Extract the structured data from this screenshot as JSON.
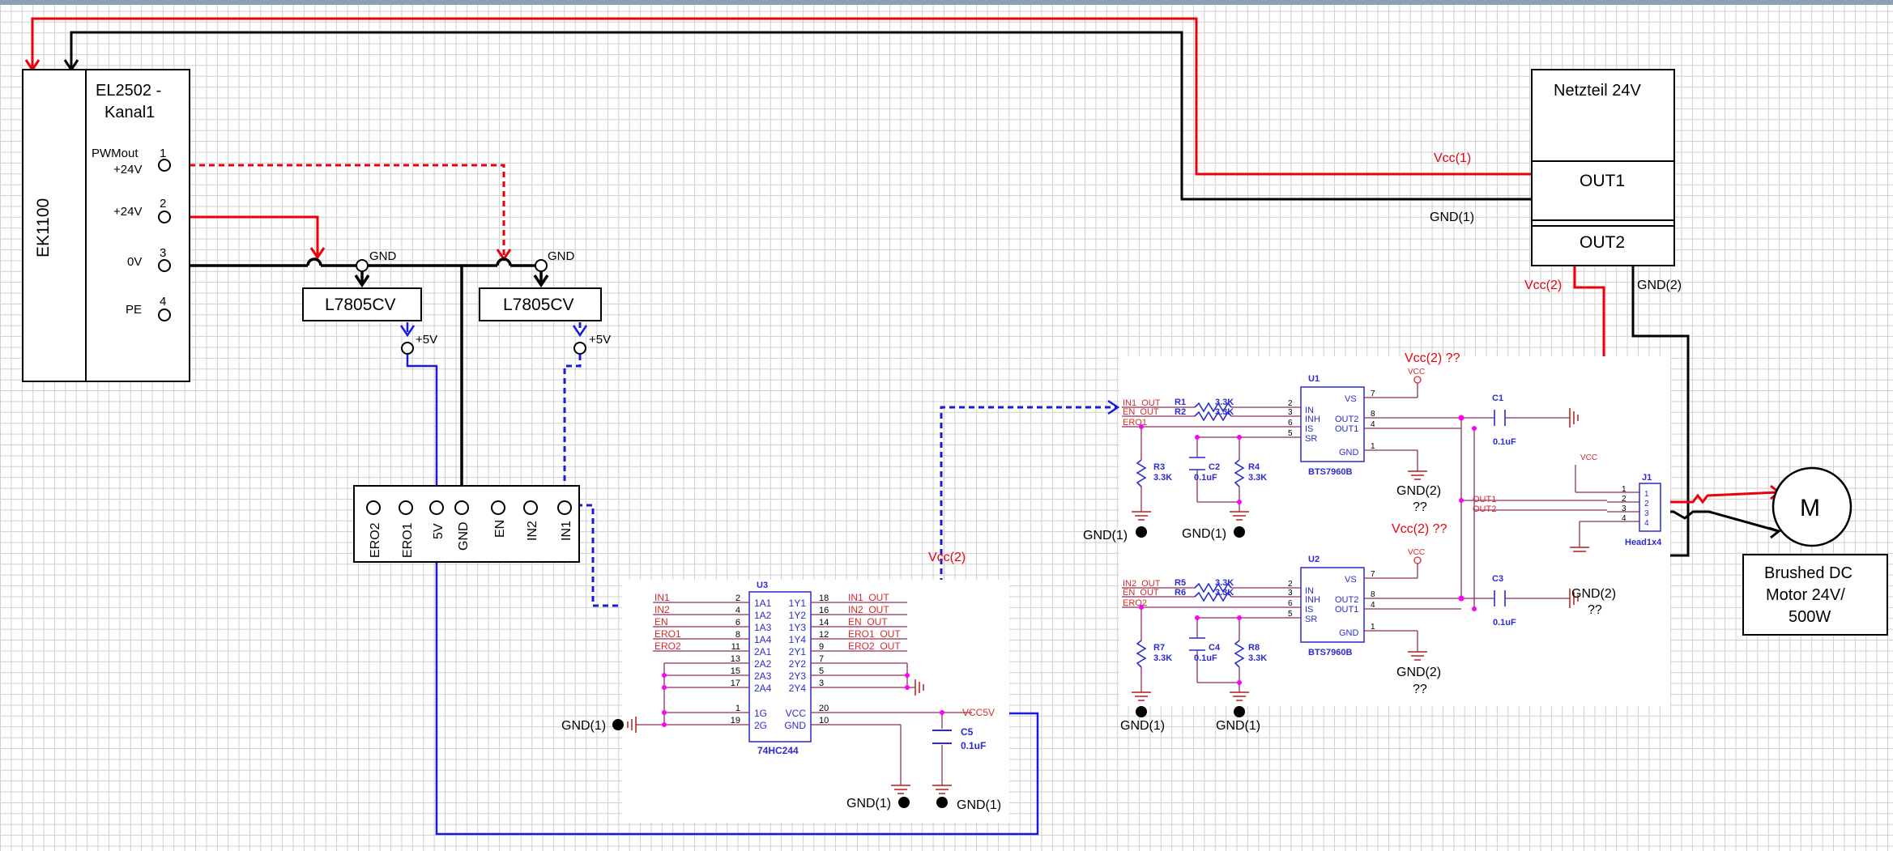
{
  "blocks": {
    "ek1100": "EK1100",
    "el2502_line1": "EL2502 -",
    "el2502_line2": "Kanal1",
    "psu_title": "Netzteil 24V",
    "psu_out1": "OUT1",
    "psu_out2": "OUT2",
    "reg1": "L7805CV",
    "reg2": "L7805CV",
    "motor_symbol": "M",
    "motor_line1": "Brushed DC",
    "motor_line2": "Motor 24V/",
    "motor_line3": "500W"
  },
  "el2502_pins": {
    "p1_num": "1",
    "p1_label_a": "PWMout",
    "p1_label_b": "+24V",
    "p2_num": "2",
    "p2_label": "+24V",
    "p3_num": "3",
    "p3_label": "0V",
    "p4_num": "4",
    "p4_label": "PE"
  },
  "connector_pins": [
    "ERO2",
    "ERO1",
    "5V",
    "GND",
    "EN",
    "IN2",
    "IN1"
  ],
  "net_labels": {
    "gnd_a": "GND",
    "gnd_b": "GND",
    "v5_a": "+5V",
    "v5_b": "+5V",
    "vcc1": "Vcc(1)",
    "gnd1_psu": "GND(1)",
    "vcc2_psu": "Vcc(2)",
    "gnd2_psu": "GND(2)",
    "vcc2_mid": "Vcc(2)",
    "vcc2_u1": "Vcc(2) ??",
    "vcc2_u2": "Vcc(2) ??",
    "gnd2_u1": "GND(2)",
    "gnd2_u1_q": "??",
    "gnd2_u2": "GND(2)",
    "gnd2_u2_q": "??",
    "gnd2_c3": "GND(2)",
    "gnd2_c3_q": "??",
    "gnd1_u1a": "GND(1)",
    "gnd1_u1b": "GND(1)",
    "gnd1_u2a": "GND(1)",
    "gnd1_u2b": "GND(1)",
    "gnd1_hc_left": "GND(1)",
    "gnd1_hc_a": "GND(1)",
    "gnd1_hc_b": "GND(1)"
  },
  "hc244": {
    "ref": "U3",
    "part": "74HC244",
    "left_nets": [
      "IN1",
      "IN2",
      "EN",
      "ERO1",
      "ERO2"
    ],
    "left_pins": [
      "2",
      "4",
      "6",
      "8",
      "11",
      "13",
      "15",
      "17",
      "1",
      "19"
    ],
    "left_names": [
      "1A1",
      "1A2",
      "1A3",
      "1A4",
      "2A1",
      "2A2",
      "2A3",
      "2A4",
      "1G",
      "2G"
    ],
    "right_names": [
      "1Y1",
      "1Y2",
      "1Y3",
      "1Y4",
      "2Y1",
      "2Y2",
      "2Y3",
      "2Y4",
      "VCC",
      "GND"
    ],
    "right_pins": [
      "18",
      "16",
      "14",
      "12",
      "9",
      "7",
      "5",
      "3",
      "20",
      "10"
    ],
    "right_nets": [
      "IN1_OUT",
      "IN2_OUT",
      "EN_OUT",
      "ERO1_OUT",
      "ERO2_OUT"
    ],
    "vcc_net": "VCC5V",
    "cap_ref": "C5",
    "cap_val": "0.1uF"
  },
  "bts_u1": {
    "ref": "U1",
    "part": "BTS7960B",
    "vcc": "VCC",
    "nets": [
      "IN1_OUT",
      "EN_OUT",
      "ERO1"
    ],
    "res": [
      {
        "ref": "R1",
        "val": "3.3K"
      },
      {
        "ref": "R2",
        "val": "3.3K"
      },
      {
        "ref": "R3",
        "val": "3.3K"
      },
      {
        "ref": "R4",
        "val": "3.3K"
      }
    ],
    "cap_c2": "C2",
    "cap_c2_val": "0.1uF",
    "cap_c1": "C1",
    "cap_c1_val": "0.1uF",
    "pins_left": [
      "2",
      "3",
      "6",
      "5"
    ],
    "names_left": [
      "IN",
      "INH",
      "IS",
      "SR"
    ],
    "names_right": [
      "VS",
      "OUT2",
      "OUT1",
      "GND"
    ],
    "pins_right": [
      "7",
      "8",
      "4",
      "1"
    ]
  },
  "bts_u2": {
    "ref": "U2",
    "part": "BTS7960B",
    "vcc": "VCC",
    "nets": [
      "IN2_OUT",
      "EN_OUT",
      "ERO2"
    ],
    "res": [
      {
        "ref": "R5",
        "val": "3.3K"
      },
      {
        "ref": "R6",
        "val": "3.3K"
      },
      {
        "ref": "R7",
        "val": "3.3K"
      },
      {
        "ref": "R8",
        "val": "3.3K"
      }
    ],
    "cap_c4": "C4",
    "cap_c4_val": "0.1uF",
    "cap_c3": "C3",
    "cap_c3_val": "0.1uF",
    "pins_left": [
      "2",
      "3",
      "6",
      "5"
    ],
    "names_left": [
      "IN",
      "INH",
      "IS",
      "SR"
    ],
    "names_right": [
      "VS",
      "OUT2",
      "OUT1",
      "GND"
    ],
    "pins_right": [
      "7",
      "8",
      "4",
      "1"
    ]
  },
  "header_j1": {
    "ref": "J1",
    "part": "Head1x4",
    "vcc": "VCC",
    "out1": "OUT1",
    "out2": "OUT2",
    "pins": [
      "1",
      "2",
      "3",
      "4"
    ]
  },
  "colors": {
    "red": "#e8000b",
    "blue": "#1b1bd6",
    "black": "#000000",
    "schem_red": "#d42a2a",
    "schem_blue": "#2b2bcf",
    "schem_wire": "#8e2f5f",
    "junction": "#ff00ff"
  }
}
